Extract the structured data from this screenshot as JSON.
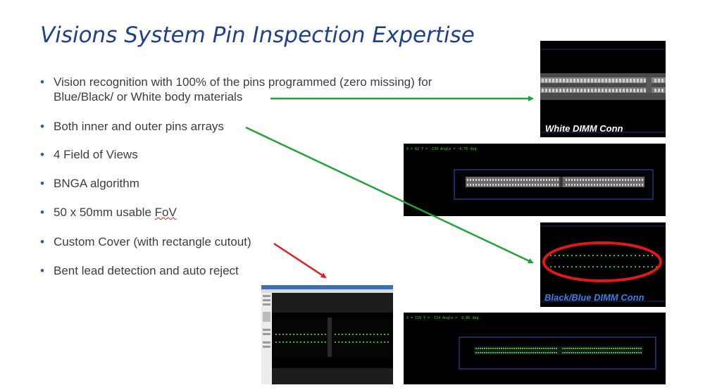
{
  "slide": {
    "title": "Visions System Pin Inspection Expertise",
    "bullets": [
      {
        "line1": "Vision recognition with 100% of the pins programmed (zero missing) for",
        "line2": "Blue/Black/ or White body materials"
      },
      {
        "text": "Both inner and outer pins arrays"
      },
      {
        "text": "4 Field of Views"
      },
      {
        "text": "BNGA algorithm"
      },
      {
        "text_before": "50 x 50mm usable ",
        "text_flagged": "FoV"
      },
      {
        "text": "Custom Cover (with rectangle cutout)"
      },
      {
        "text": "Bent lead detection and auto reject"
      }
    ]
  },
  "images": {
    "white_dimm": {
      "caption": "White DIMM Conn"
    },
    "black_dimm": {
      "caption": "Black/Blue DIMM Conn"
    },
    "inspection_view_1": {
      "readout": "X = 82   Y = -139   Angle = -0.76 deg."
    },
    "inspection_view_2": {
      "readout": "X = 119   Y = -114   Angle = -0.86 deg."
    }
  },
  "colors": {
    "title": "#1f3f8f",
    "green_arrow": "#22a33a",
    "red_arrow": "#e02020",
    "highlight_ring": "#e01818",
    "pin_green": "#3fd02e",
    "roi_blue": "#3050c8"
  }
}
